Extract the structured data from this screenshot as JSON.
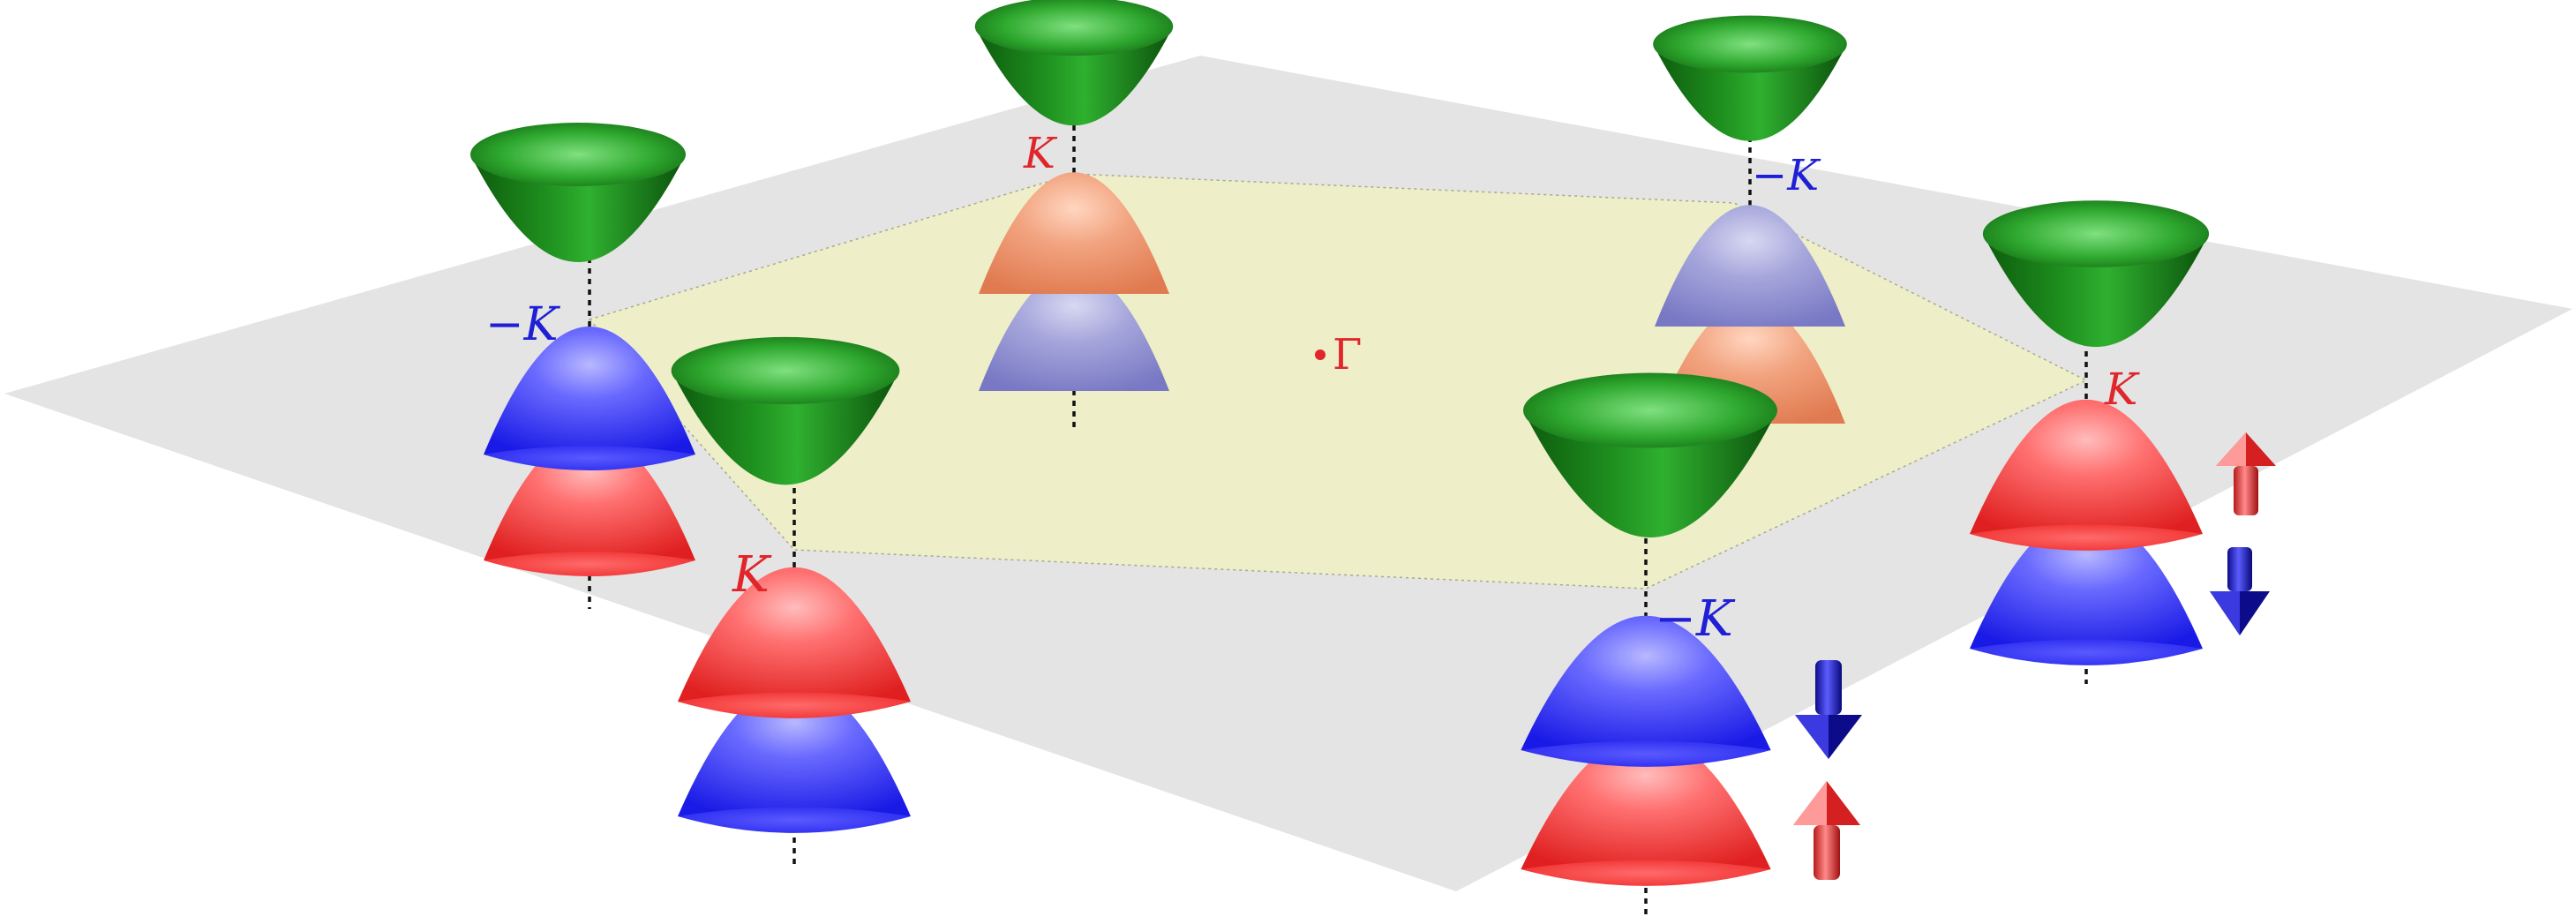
{
  "labels": {
    "k": "K",
    "minus_k": "−K",
    "gamma": "Γ"
  },
  "colors": {
    "conduction_band": "#1f8a1f",
    "valence_up": "#ff4a4a",
    "valence_down": "#2a2aff",
    "plane": "#e4e4e4",
    "brillouin_zone": "#eeeec8"
  },
  "valleys": [
    {
      "label_key": "k",
      "first_valence": "up",
      "faded": false
    },
    {
      "label_key": "minus_k",
      "first_valence": "down",
      "faded": false
    },
    {
      "label_key": "k",
      "first_valence": "up",
      "faded": true
    },
    {
      "label_key": "minus_k",
      "first_valence": "down",
      "faded": true
    },
    {
      "label_key": "k",
      "first_valence": "up",
      "faded": false
    },
    {
      "label_key": "minus_k",
      "first_valence": "down",
      "faded": false
    }
  ],
  "spin_arrows": [
    {
      "direction": "up",
      "color_key": "valence_up"
    },
    {
      "direction": "down",
      "color_key": "valence_down"
    },
    {
      "direction": "down",
      "color_key": "valence_down"
    },
    {
      "direction": "up",
      "color_key": "valence_up"
    }
  ]
}
